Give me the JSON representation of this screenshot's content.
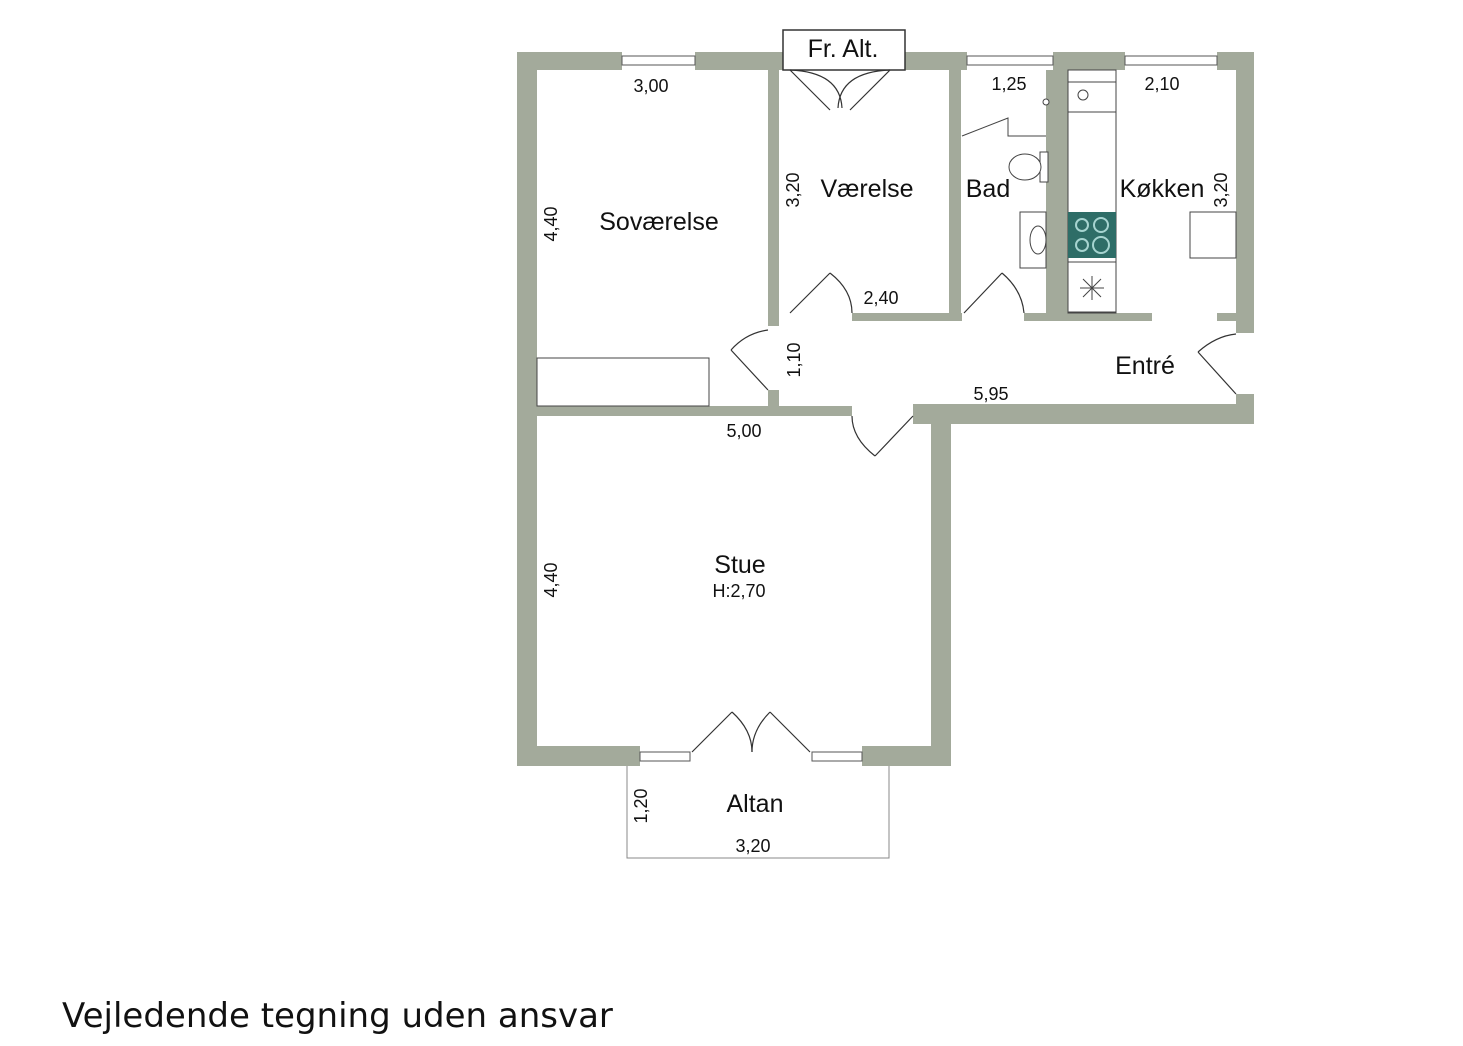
{
  "colors": {
    "wall": "#a3aa9b",
    "line": "#333333",
    "stove": "#2e6d67",
    "stove_ring": "#a6d4d0"
  },
  "rooms": {
    "sovaerelse": "Soværelse",
    "vaerelse": "Værelse",
    "bad": "Bad",
    "kokken": "Køkken",
    "entre": "Entré",
    "stue": "Stue",
    "stue_height": "H:2,70",
    "altan": "Altan",
    "fr_alt": "Fr. Alt."
  },
  "dimensions": {
    "sov_width": "3,00",
    "sov_depth": "4,40",
    "vae_depth": "3,20",
    "vae_width": "2,40",
    "bad_width": "1,25",
    "kok_width": "2,10",
    "kok_depth": "3,20",
    "entre_depth": "1,10",
    "entre_width": "5,95",
    "stue_width": "5,00",
    "stue_depth": "4,40",
    "altan_depth": "1,20",
    "altan_width": "3,20"
  },
  "disclaimer": "Vejledende tegning uden ansvar"
}
